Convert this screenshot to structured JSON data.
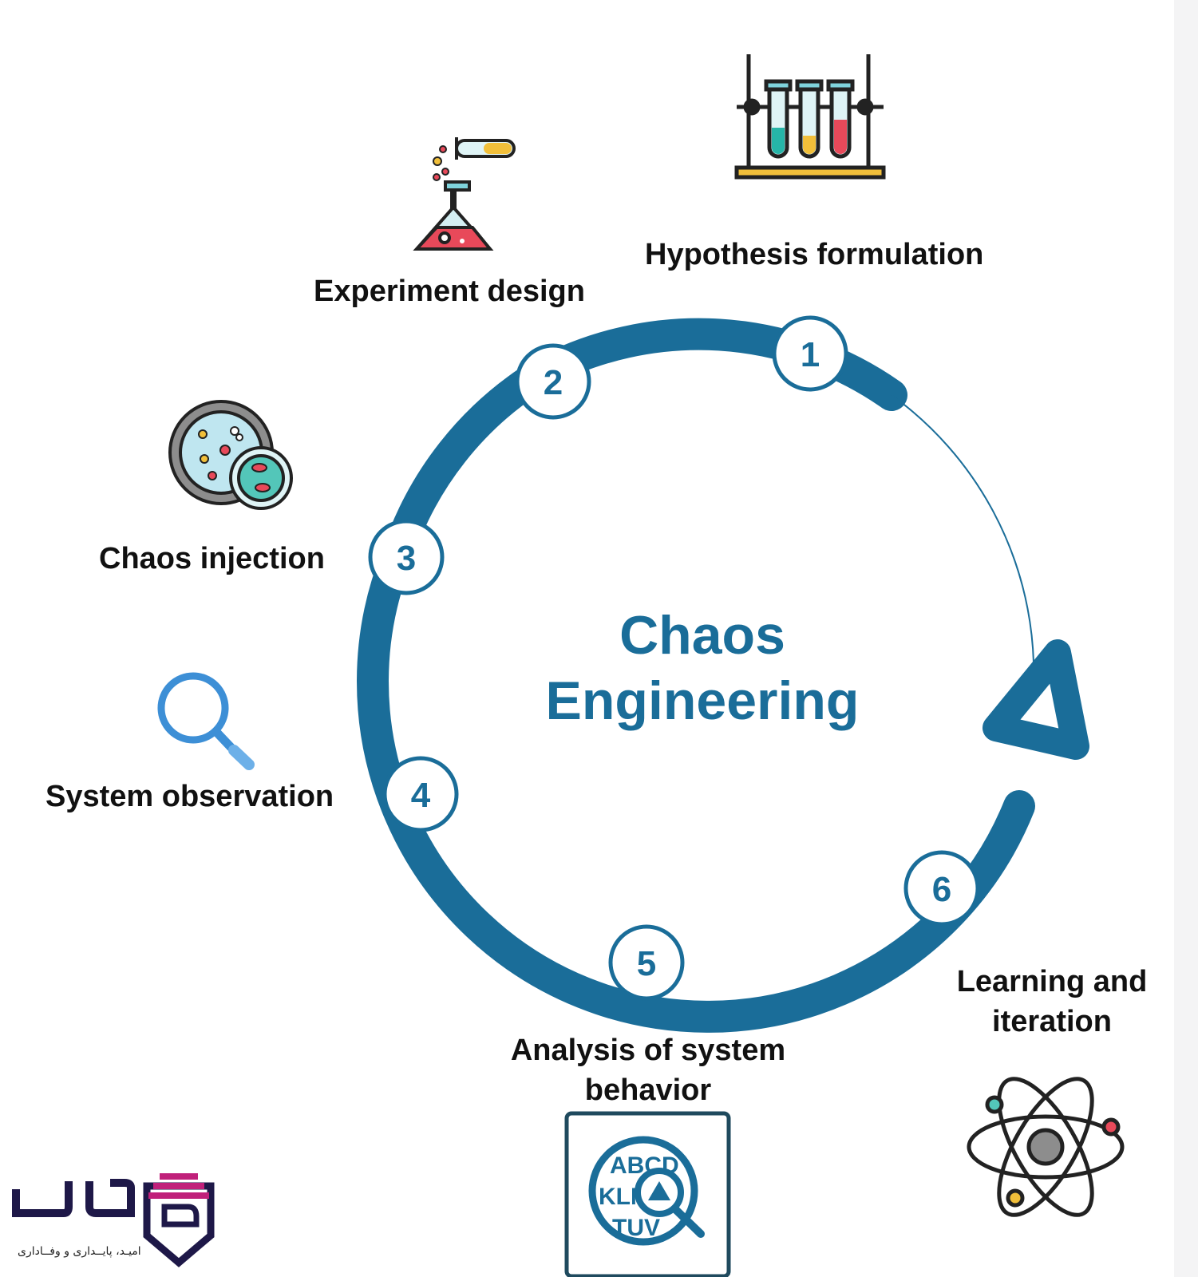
{
  "title": {
    "line1": "Chaos",
    "line2": "Engineering"
  },
  "steps": [
    {
      "number": "1",
      "label": "Hypothesis formulation",
      "icon": "test-tubes-rack-icon"
    },
    {
      "number": "2",
      "label": "Experiment design",
      "icon": "flask-icon"
    },
    {
      "number": "3",
      "label": "Chaos injection",
      "icon": "petri-dish-bacteria-icon"
    },
    {
      "number": "4",
      "label": "System observation",
      "icon": "magnifier-icon"
    },
    {
      "number": "5",
      "label_line1": "Analysis of system",
      "label_line2": "behavior",
      "icon": "letter-analysis-icon"
    },
    {
      "number": "6",
      "label_line1": "Learning and",
      "label_line2": "iteration",
      "icon": "atom-icon"
    }
  ],
  "logo": {
    "caption": "امیـد، پایــداری و وفــاداری"
  },
  "colors": {
    "accent": "#1a6d99",
    "text": "#111111",
    "logo_pink": "#c0207a",
    "logo_navy": "#1e1848"
  }
}
